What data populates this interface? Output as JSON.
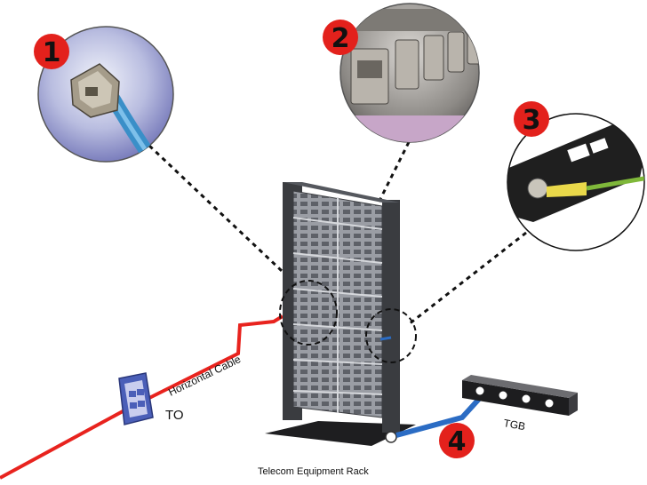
{
  "badges": [
    {
      "number": "1",
      "color": "#e3211c"
    },
    {
      "number": "2",
      "color": "#e3211c"
    },
    {
      "number": "3",
      "color": "#e3211c"
    },
    {
      "number": "4",
      "color": "#e3211c"
    }
  ],
  "labels": {
    "horizontal_cable": "Horizontal Cable",
    "to": "TO",
    "tgb": "TGB",
    "rack": "Telecom Equipment Rack"
  },
  "colors": {
    "cable": "#e8231e",
    "ground_wire": "#2b6cc4",
    "rack_frame": "#3a3c40",
    "panel": "#8c8f96",
    "badge": "#e3211c"
  },
  "icons": [
    "rj45-jack-closeup-icon",
    "patch-panel-closeup-icon",
    "ground-lug-closeup-icon",
    "telecom-outlet-icon",
    "ground-busbar-icon"
  ]
}
